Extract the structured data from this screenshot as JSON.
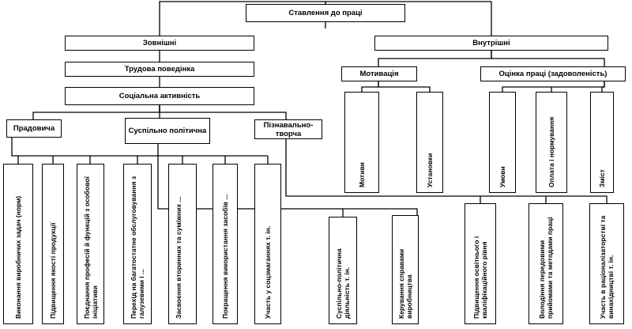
{
  "root": "Ставлення до праці",
  "external": "Зовнішні",
  "internal": "Внутрішні",
  "labor_behavior": "Трудова поведінка",
  "social_activity": "Соціальна активність",
  "motivation": "Мотивація",
  "evaluation": "Оцінка праці (задоволеність)",
  "production": "Прадовича",
  "socio_political": "Суспільно політична",
  "cognitive_creative": "Пізнавально-творча",
  "production_items": [
    "Виконання виробничих задач (норм)",
    "Підвищення якості продукції",
    "Поєднання професій й функцій з особової ініціативи",
    "Перехід на багатостатне обслуговування з галузевими і ...",
    "Засвоєння вторинних та суміжних ...",
    "Покращення використання засобів ...",
    "Участь у соцзмаганнях т. ін."
  ],
  "motivation_items": [
    "Мотиви",
    "Установки"
  ],
  "evaluation_items": [
    "Умови",
    "Оплата і нормування",
    "Зміст"
  ],
  "socio_political_items": [
    "Суспільно-політична діяльність т. ін.",
    "Керування справами виробництва"
  ],
  "cognitive_items": [
    "Підвищення освітнього і кваліфікаційного рівня",
    "Володіння передовими прийомами та методами праці",
    "Участь в раціоналізаторстві та винахідництві т. ін."
  ]
}
